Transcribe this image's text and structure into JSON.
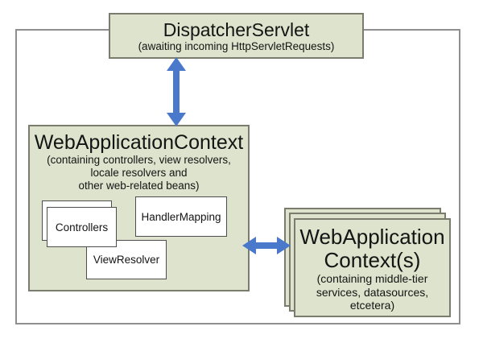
{
  "colors": {
    "box_fill": "#dde3cc",
    "box_border": "#7b7b6e",
    "inner_border": "#4d4d4d",
    "frame_border": "#8f8f8f",
    "arrow": "#4a79cc",
    "text": "#141414"
  },
  "dispatcher_servlet": {
    "title": "DispatcherServlet",
    "subtitle": "(awaiting incoming HttpServletRequests)"
  },
  "web_application_context": {
    "title": "WebApplicationContext",
    "subtitle_lines": [
      "(containing controllers, view resolvers,",
      "locale resolvers and",
      "other web-related beans)"
    ],
    "beans": {
      "controllers": "Controllers",
      "handler_mapping": "HandlerMapping",
      "view_resolver": "ViewResolver"
    }
  },
  "middle_tier_contexts": {
    "title_lines": [
      "WebApplication",
      "Context(s)"
    ],
    "subtitle_lines": [
      "(containing middle-tier",
      "services, datasources,",
      "etcetera)"
    ]
  }
}
